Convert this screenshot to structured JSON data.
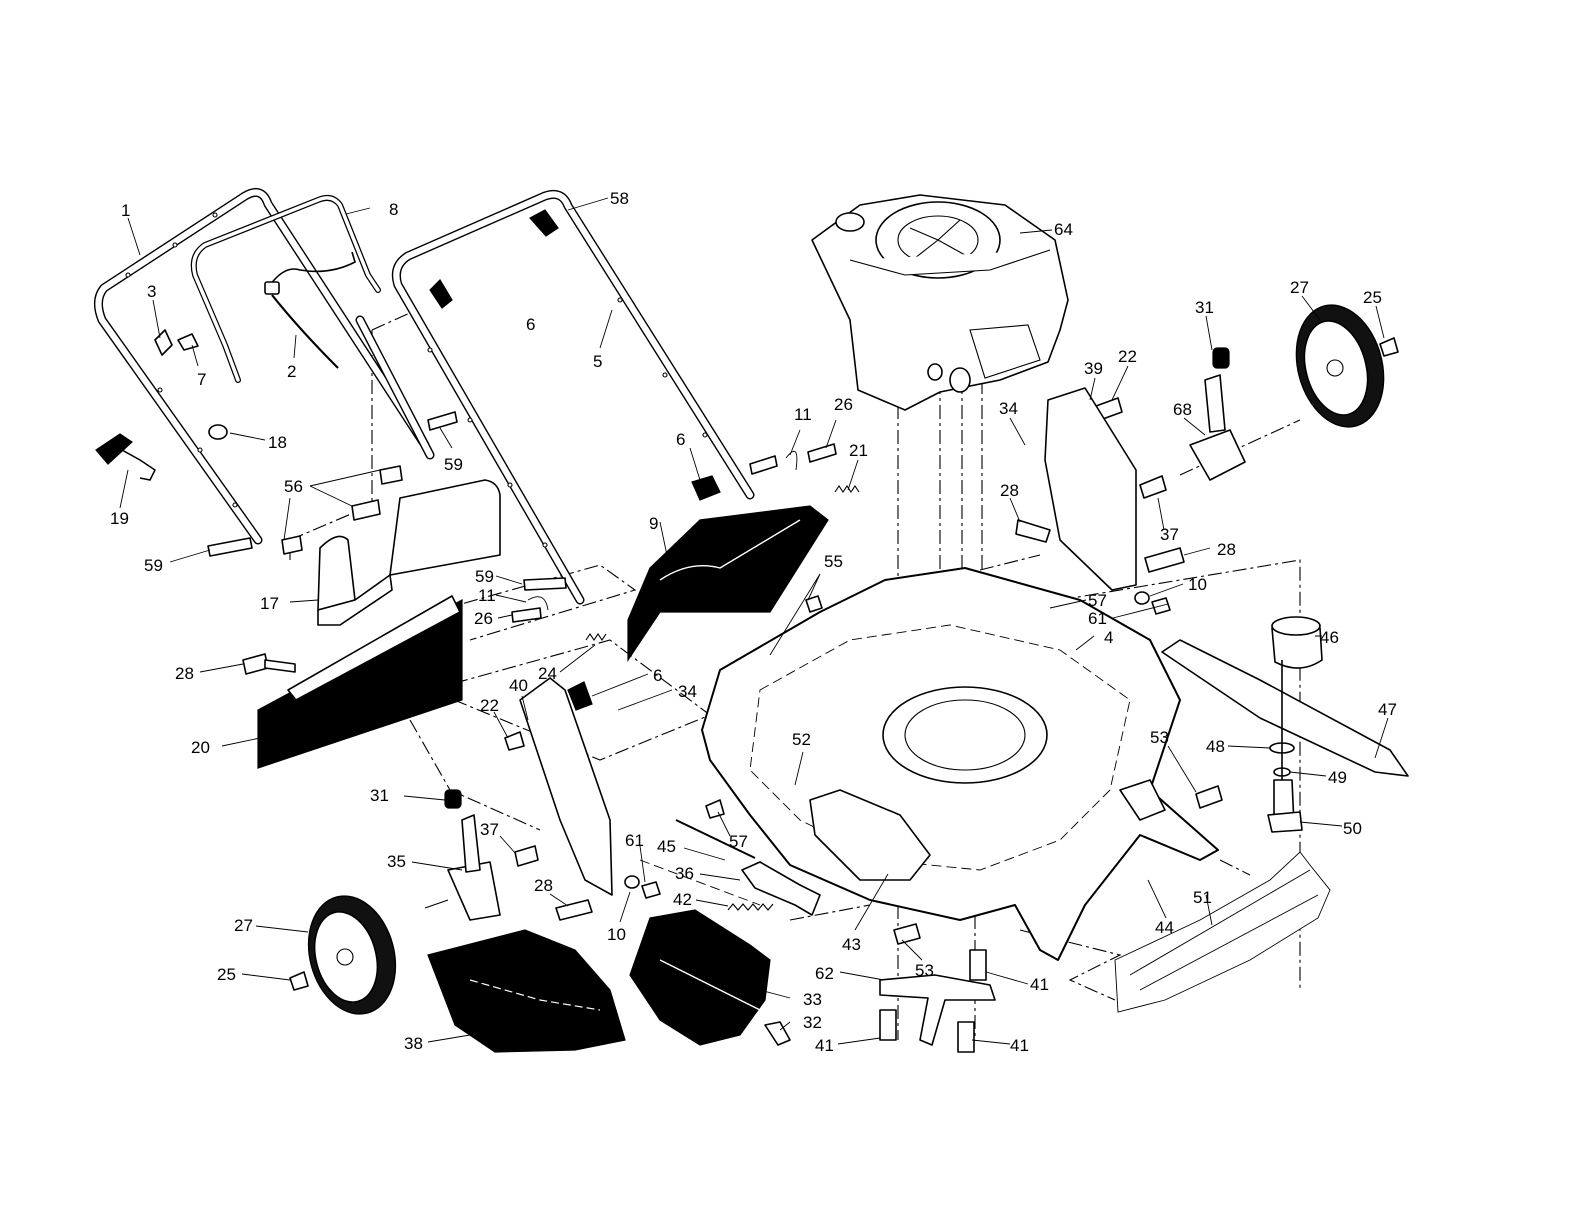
{
  "callouts": [
    {
      "n": "1"
    },
    {
      "n": "8"
    },
    {
      "n": "58"
    },
    {
      "n": "64"
    },
    {
      "n": "3"
    },
    {
      "n": "6"
    },
    {
      "n": "7"
    },
    {
      "n": "2"
    },
    {
      "n": "5"
    },
    {
      "n": "31"
    },
    {
      "n": "27"
    },
    {
      "n": "25"
    },
    {
      "n": "22"
    },
    {
      "n": "39"
    },
    {
      "n": "68"
    },
    {
      "n": "18"
    },
    {
      "n": "59"
    },
    {
      "n": "11"
    },
    {
      "n": "26"
    },
    {
      "n": "34"
    },
    {
      "n": "6"
    },
    {
      "n": "21"
    },
    {
      "n": "19"
    },
    {
      "n": "56"
    },
    {
      "n": "28"
    },
    {
      "n": "9"
    },
    {
      "n": "37"
    },
    {
      "n": "59"
    },
    {
      "n": "28"
    },
    {
      "n": "55"
    },
    {
      "n": "17"
    },
    {
      "n": "59"
    },
    {
      "n": "11"
    },
    {
      "n": "10"
    },
    {
      "n": "57"
    },
    {
      "n": "26"
    },
    {
      "n": "61"
    },
    {
      "n": "4"
    },
    {
      "n": "46"
    },
    {
      "n": "28"
    },
    {
      "n": "24"
    },
    {
      "n": "6"
    },
    {
      "n": "40"
    },
    {
      "n": "34"
    },
    {
      "n": "47"
    },
    {
      "n": "20"
    },
    {
      "n": "22"
    },
    {
      "n": "52"
    },
    {
      "n": "53"
    },
    {
      "n": "48"
    },
    {
      "n": "49"
    },
    {
      "n": "31"
    },
    {
      "n": "37"
    },
    {
      "n": "57"
    },
    {
      "n": "61"
    },
    {
      "n": "50"
    },
    {
      "n": "45"
    },
    {
      "n": "35"
    },
    {
      "n": "36"
    },
    {
      "n": "28"
    },
    {
      "n": "42"
    },
    {
      "n": "51"
    },
    {
      "n": "27"
    },
    {
      "n": "10"
    },
    {
      "n": "43"
    },
    {
      "n": "44"
    },
    {
      "n": "62"
    },
    {
      "n": "53"
    },
    {
      "n": "25"
    },
    {
      "n": "41"
    },
    {
      "n": "33"
    },
    {
      "n": "32"
    },
    {
      "n": "38"
    },
    {
      "n": "41"
    },
    {
      "n": "41"
    }
  ]
}
